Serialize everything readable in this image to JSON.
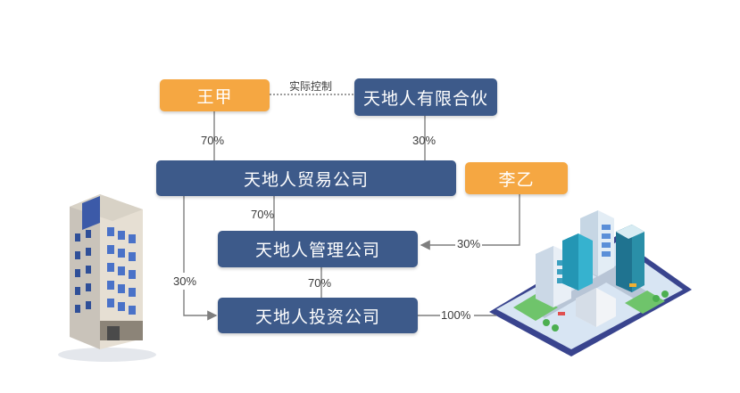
{
  "nodes": {
    "wangjia": "王甲",
    "partnership": "天地人有限合伙",
    "trade": "天地人贸易公司",
    "liyi": "李乙",
    "management": "天地人管理公司",
    "investment": "天地人投资公司"
  },
  "labels": {
    "actual_control": "实际控制",
    "wangjia_trade": "70%",
    "partnership_trade": "30%",
    "trade_management": "70%",
    "liyi_management": "30%",
    "trade_investment": "30%",
    "management_investment": "70%",
    "investment_city": "100%"
  },
  "colors": {
    "blue_box": "#3d5a8a",
    "orange_box": "#f5a742",
    "line": "#7f7f7f"
  }
}
